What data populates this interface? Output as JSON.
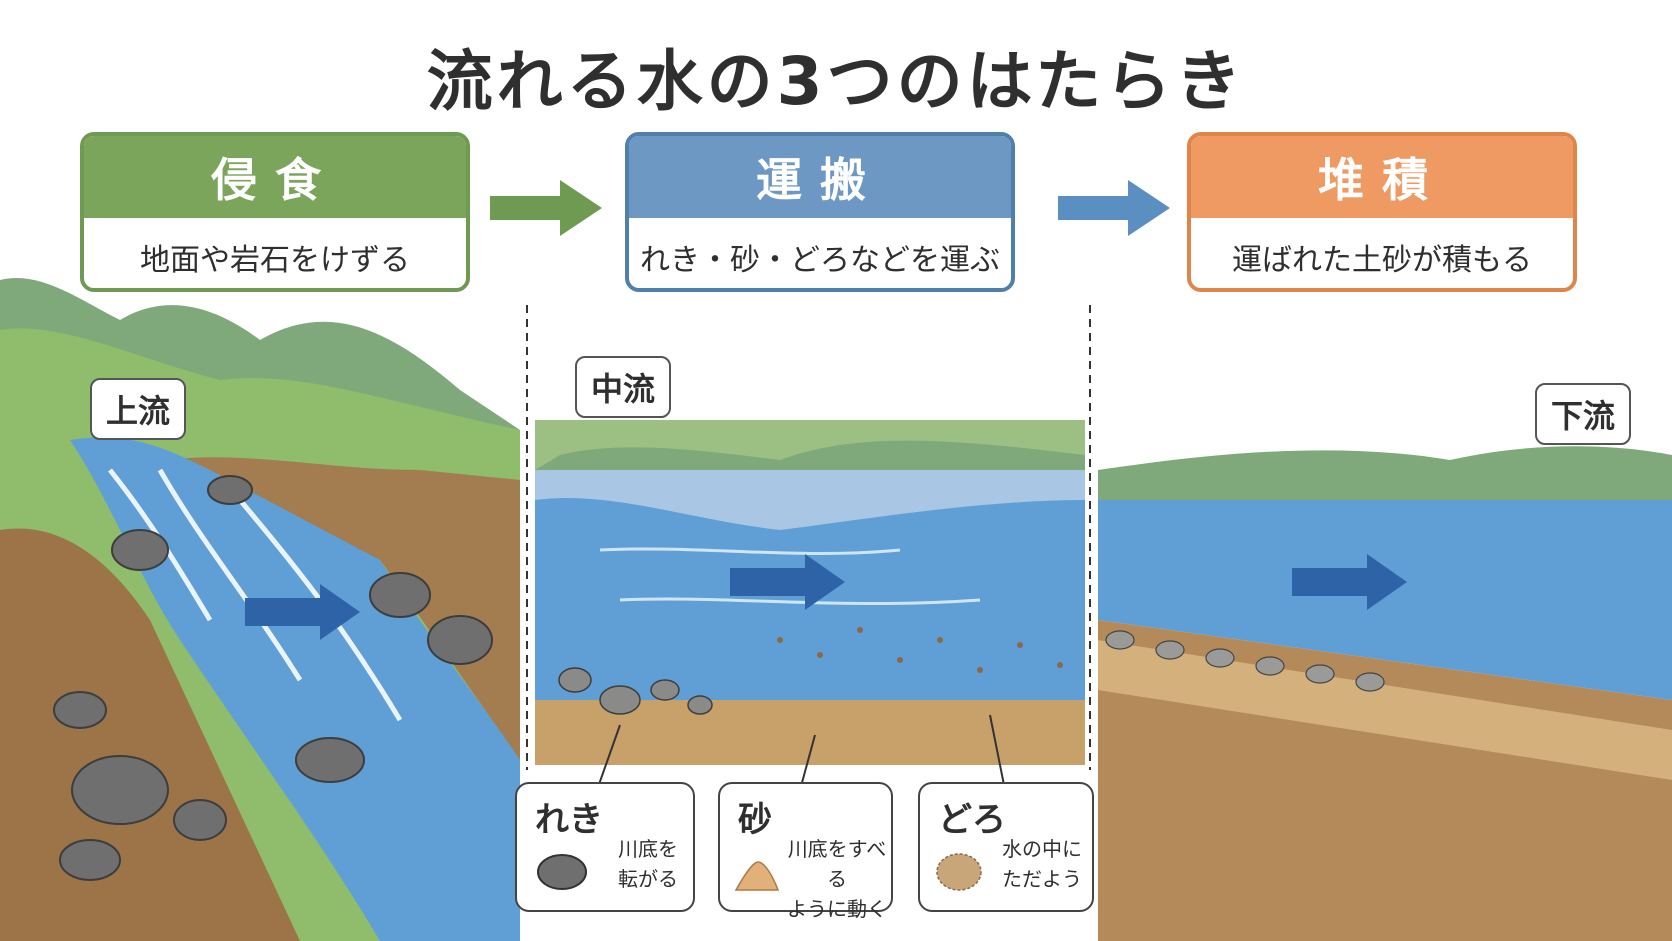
{
  "title": "流れる水の3つのはたらき",
  "cards": [
    {
      "heading": "侵食",
      "description": "地面や岩石をけずる",
      "color": "#7aa55b"
    },
    {
      "heading": "運搬",
      "description": "れき・砂・どろなどを運ぶ",
      "color": "#6e98c4"
    },
    {
      "heading": "堆積",
      "description": "運ばれた土砂が積もる",
      "color": "#ee9a62"
    }
  ],
  "stages": {
    "upstream": "上流",
    "midstream": "中流",
    "downstream": "下流"
  },
  "legend": [
    {
      "label": "れき",
      "line1": "川底を",
      "line2": "転がる"
    },
    {
      "label": "砂",
      "line1": "川底をすべる",
      "line2": "ように動く"
    },
    {
      "label": "どろ",
      "line1": "水の中に",
      "line2": "ただよう"
    }
  ]
}
